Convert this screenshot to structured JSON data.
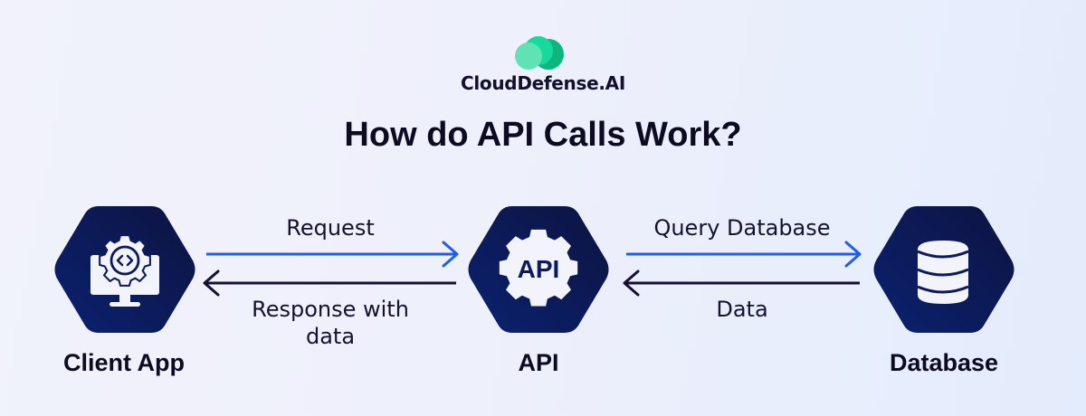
{
  "brand": {
    "name": "CloudDefense.AI",
    "icon": "cloud-logo-icon",
    "colors": {
      "cloud_light": "#5fe3b5",
      "cloud_mid": "#16d99c",
      "cloud_dark": "#0fb57f"
    }
  },
  "title": "How do API Calls Work?",
  "colors": {
    "node_fill_start": "#0a2270",
    "node_fill_end": "#0d1340",
    "request_arrow": "#1f5cf0",
    "response_arrow": "#170f33",
    "icon_fill": "#f2f3fb"
  },
  "nodes": [
    {
      "id": "client",
      "label": "Client App",
      "icon": "monitor-gear-code-icon"
    },
    {
      "id": "api",
      "label": "API",
      "icon": "gear-api-icon",
      "icon_text": "API"
    },
    {
      "id": "database",
      "label": "Database",
      "icon": "database-icon"
    }
  ],
  "edges": [
    {
      "from": "client",
      "to": "api",
      "label": "Request",
      "direction": "forward"
    },
    {
      "from": "api",
      "to": "client",
      "label_line1": "Response with",
      "label_line2": "data",
      "direction": "backward"
    },
    {
      "from": "api",
      "to": "database",
      "label": "Query Database",
      "direction": "forward"
    },
    {
      "from": "database",
      "to": "api",
      "label": "Data",
      "direction": "backward"
    }
  ]
}
